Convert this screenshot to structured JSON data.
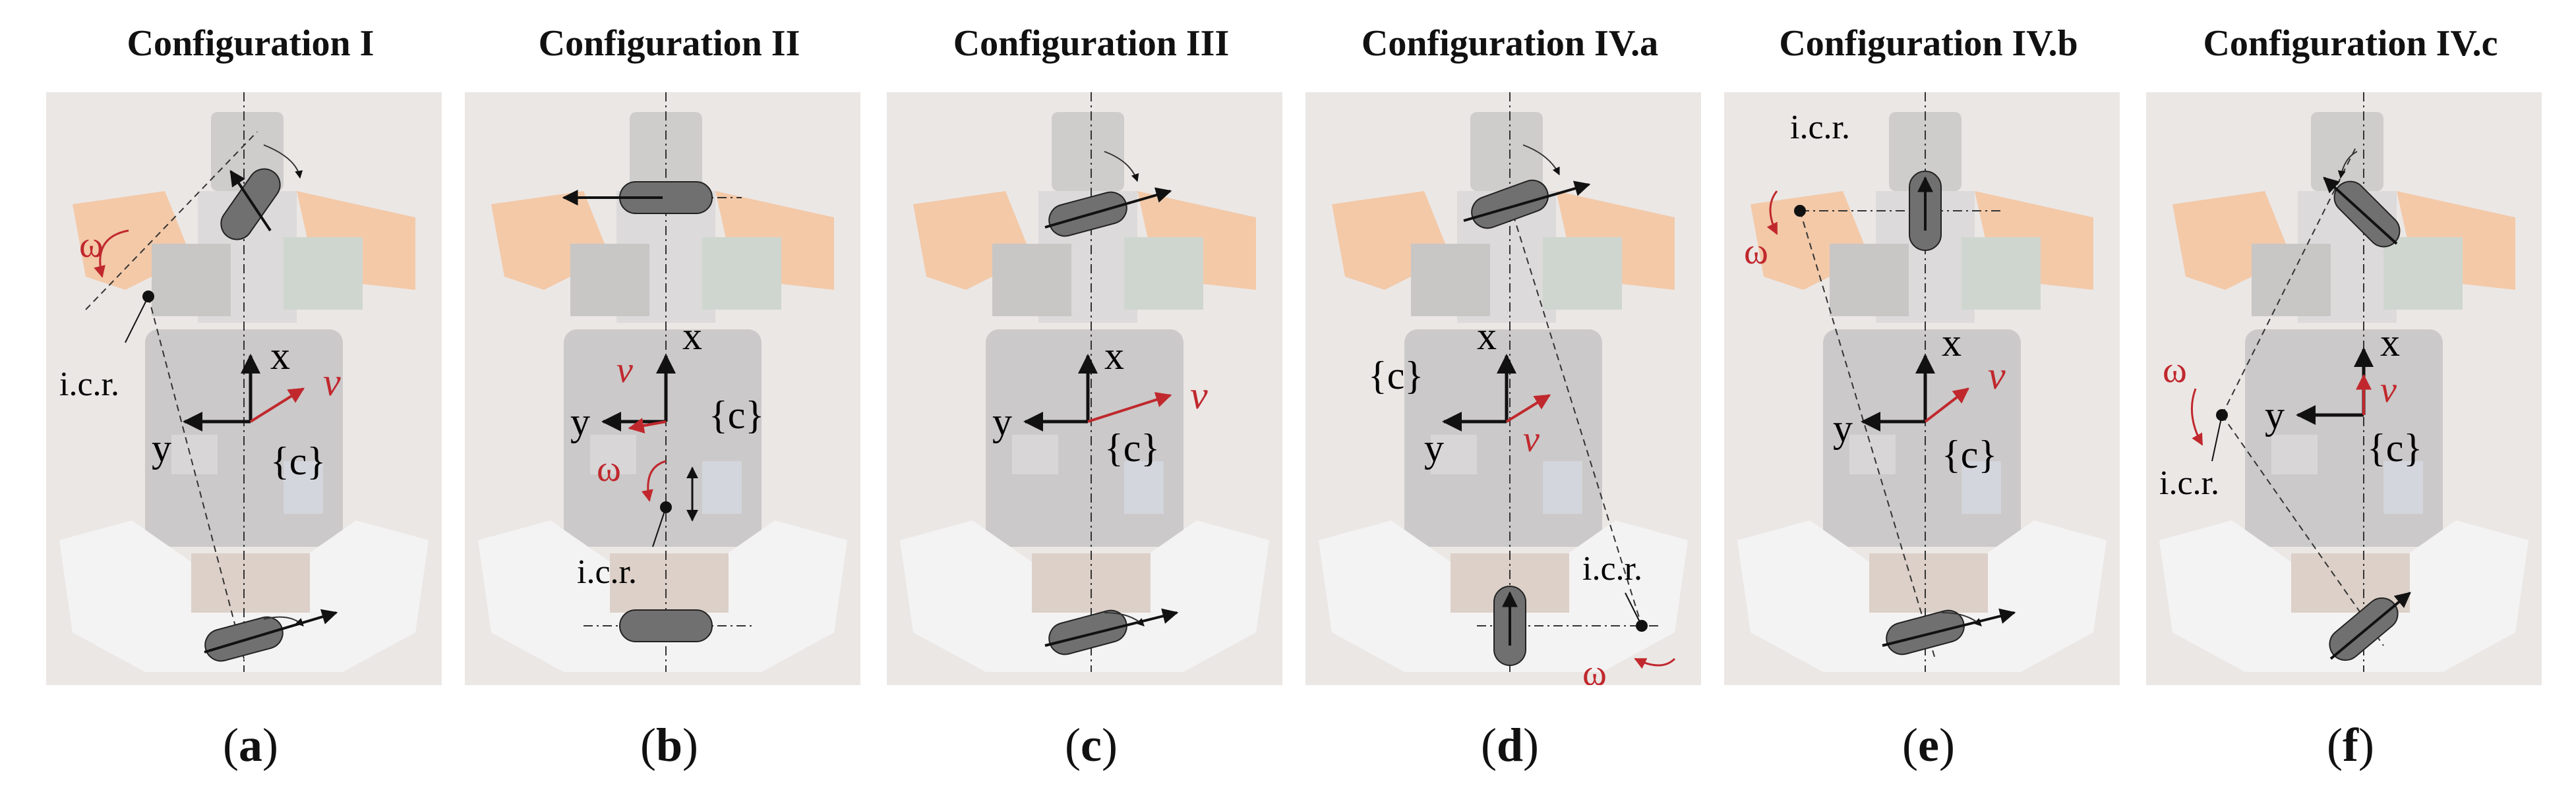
{
  "panels": [
    {
      "title": "Configuration I",
      "caption": "a",
      "labels": {
        "x": "x",
        "y": "y",
        "c": "{c}",
        "v": "v",
        "omega": "ω",
        "icr": "i.c.r."
      }
    },
    {
      "title": "Configuration II",
      "caption": "b",
      "labels": {
        "x": "x",
        "y": "y",
        "c": "{c}",
        "v": "v",
        "omega": "ω",
        "icr": "i.c.r."
      }
    },
    {
      "title": "Configuration III",
      "caption": "c",
      "labels": {
        "x": "x",
        "y": "y",
        "c": "{c}",
        "v": "v"
      }
    },
    {
      "title": "Configuration IV.a",
      "caption": "d",
      "labels": {
        "x": "x",
        "y": "y",
        "c": "{c}",
        "v": "v",
        "omega": "ω",
        "icr": "i.c.r."
      }
    },
    {
      "title": "Configuration IV.b",
      "caption": "e",
      "labels": {
        "x": "x",
        "y": "y",
        "c": "{c}",
        "v": "v",
        "omega": "ω",
        "icr": "i.c.r."
      }
    },
    {
      "title": "Configuration IV.c",
      "caption": "f",
      "labels": {
        "x": "x",
        "y": "y",
        "c": "{c}",
        "v": "v",
        "omega": "ω",
        "icr": "i.c.r."
      }
    }
  ],
  "colors": {
    "accent": "#c0282d",
    "text": "#111111",
    "photo_bg": "#ebe7e5",
    "robot_orange": "#f3c9a8",
    "wheel": "#707070"
  }
}
